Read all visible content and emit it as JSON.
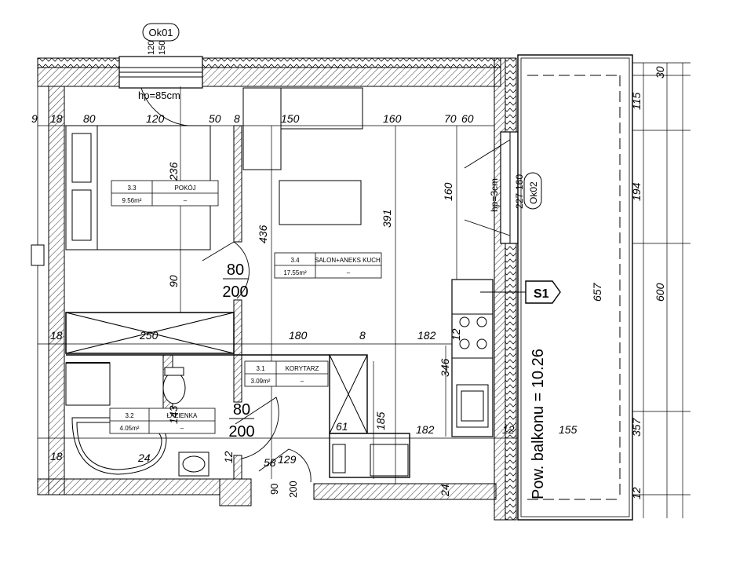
{
  "tags": {
    "window_1": "Ok01",
    "window_1_dims": [
      "120",
      "150"
    ],
    "window_1_sill": "hp=85cm",
    "window_2": "Ok02",
    "window_2_dims": [
      "160",
      "227"
    ],
    "window_2_sill": "hp=3cm",
    "section": "S1"
  },
  "rooms": [
    {
      "id": "3.3",
      "name": "POKÓJ",
      "area": "9.56m²",
      "extra": "–"
    },
    {
      "id": "3.4",
      "name": "SALON+ANEKS KUCH.",
      "area": "17.55m²",
      "extra": "–"
    },
    {
      "id": "3.1",
      "name": "KORYTARZ",
      "area": "3.09m²",
      "extra": "–"
    },
    {
      "id": "3.2",
      "name": "ŁAZIENKA",
      "area": "4.05m²",
      "extra": "–"
    }
  ],
  "balcony_area": "Pow. balkonu = 10.26",
  "doors": [
    {
      "w": "80",
      "h": "200"
    },
    {
      "w": "80",
      "h": "200"
    },
    {
      "w": "90",
      "h": "200"
    }
  ],
  "dims": {
    "top_row": [
      "9",
      "18",
      "80",
      "120",
      "50",
      "8",
      "150",
      "160",
      "70",
      "60"
    ],
    "d236": "236",
    "d90": "90",
    "d436": "436",
    "d391": "391",
    "d160": "160",
    "d18a": "18",
    "d250": "250",
    "d180": "180",
    "d8": "8",
    "d182a": "182",
    "d12": "12",
    "d346": "346",
    "d143": "143",
    "d24": "24",
    "d18b": "18",
    "d12b": "12",
    "d58": "58",
    "d129": "129",
    "d61": "61",
    "d185": "185",
    "d182b": "182",
    "d12c": "12",
    "d155": "155",
    "d657": "657",
    "d600": "600",
    "d30": "30",
    "d115": "115",
    "d194": "194",
    "d357": "357",
    "d12d": "12",
    "d24b": "24"
  }
}
